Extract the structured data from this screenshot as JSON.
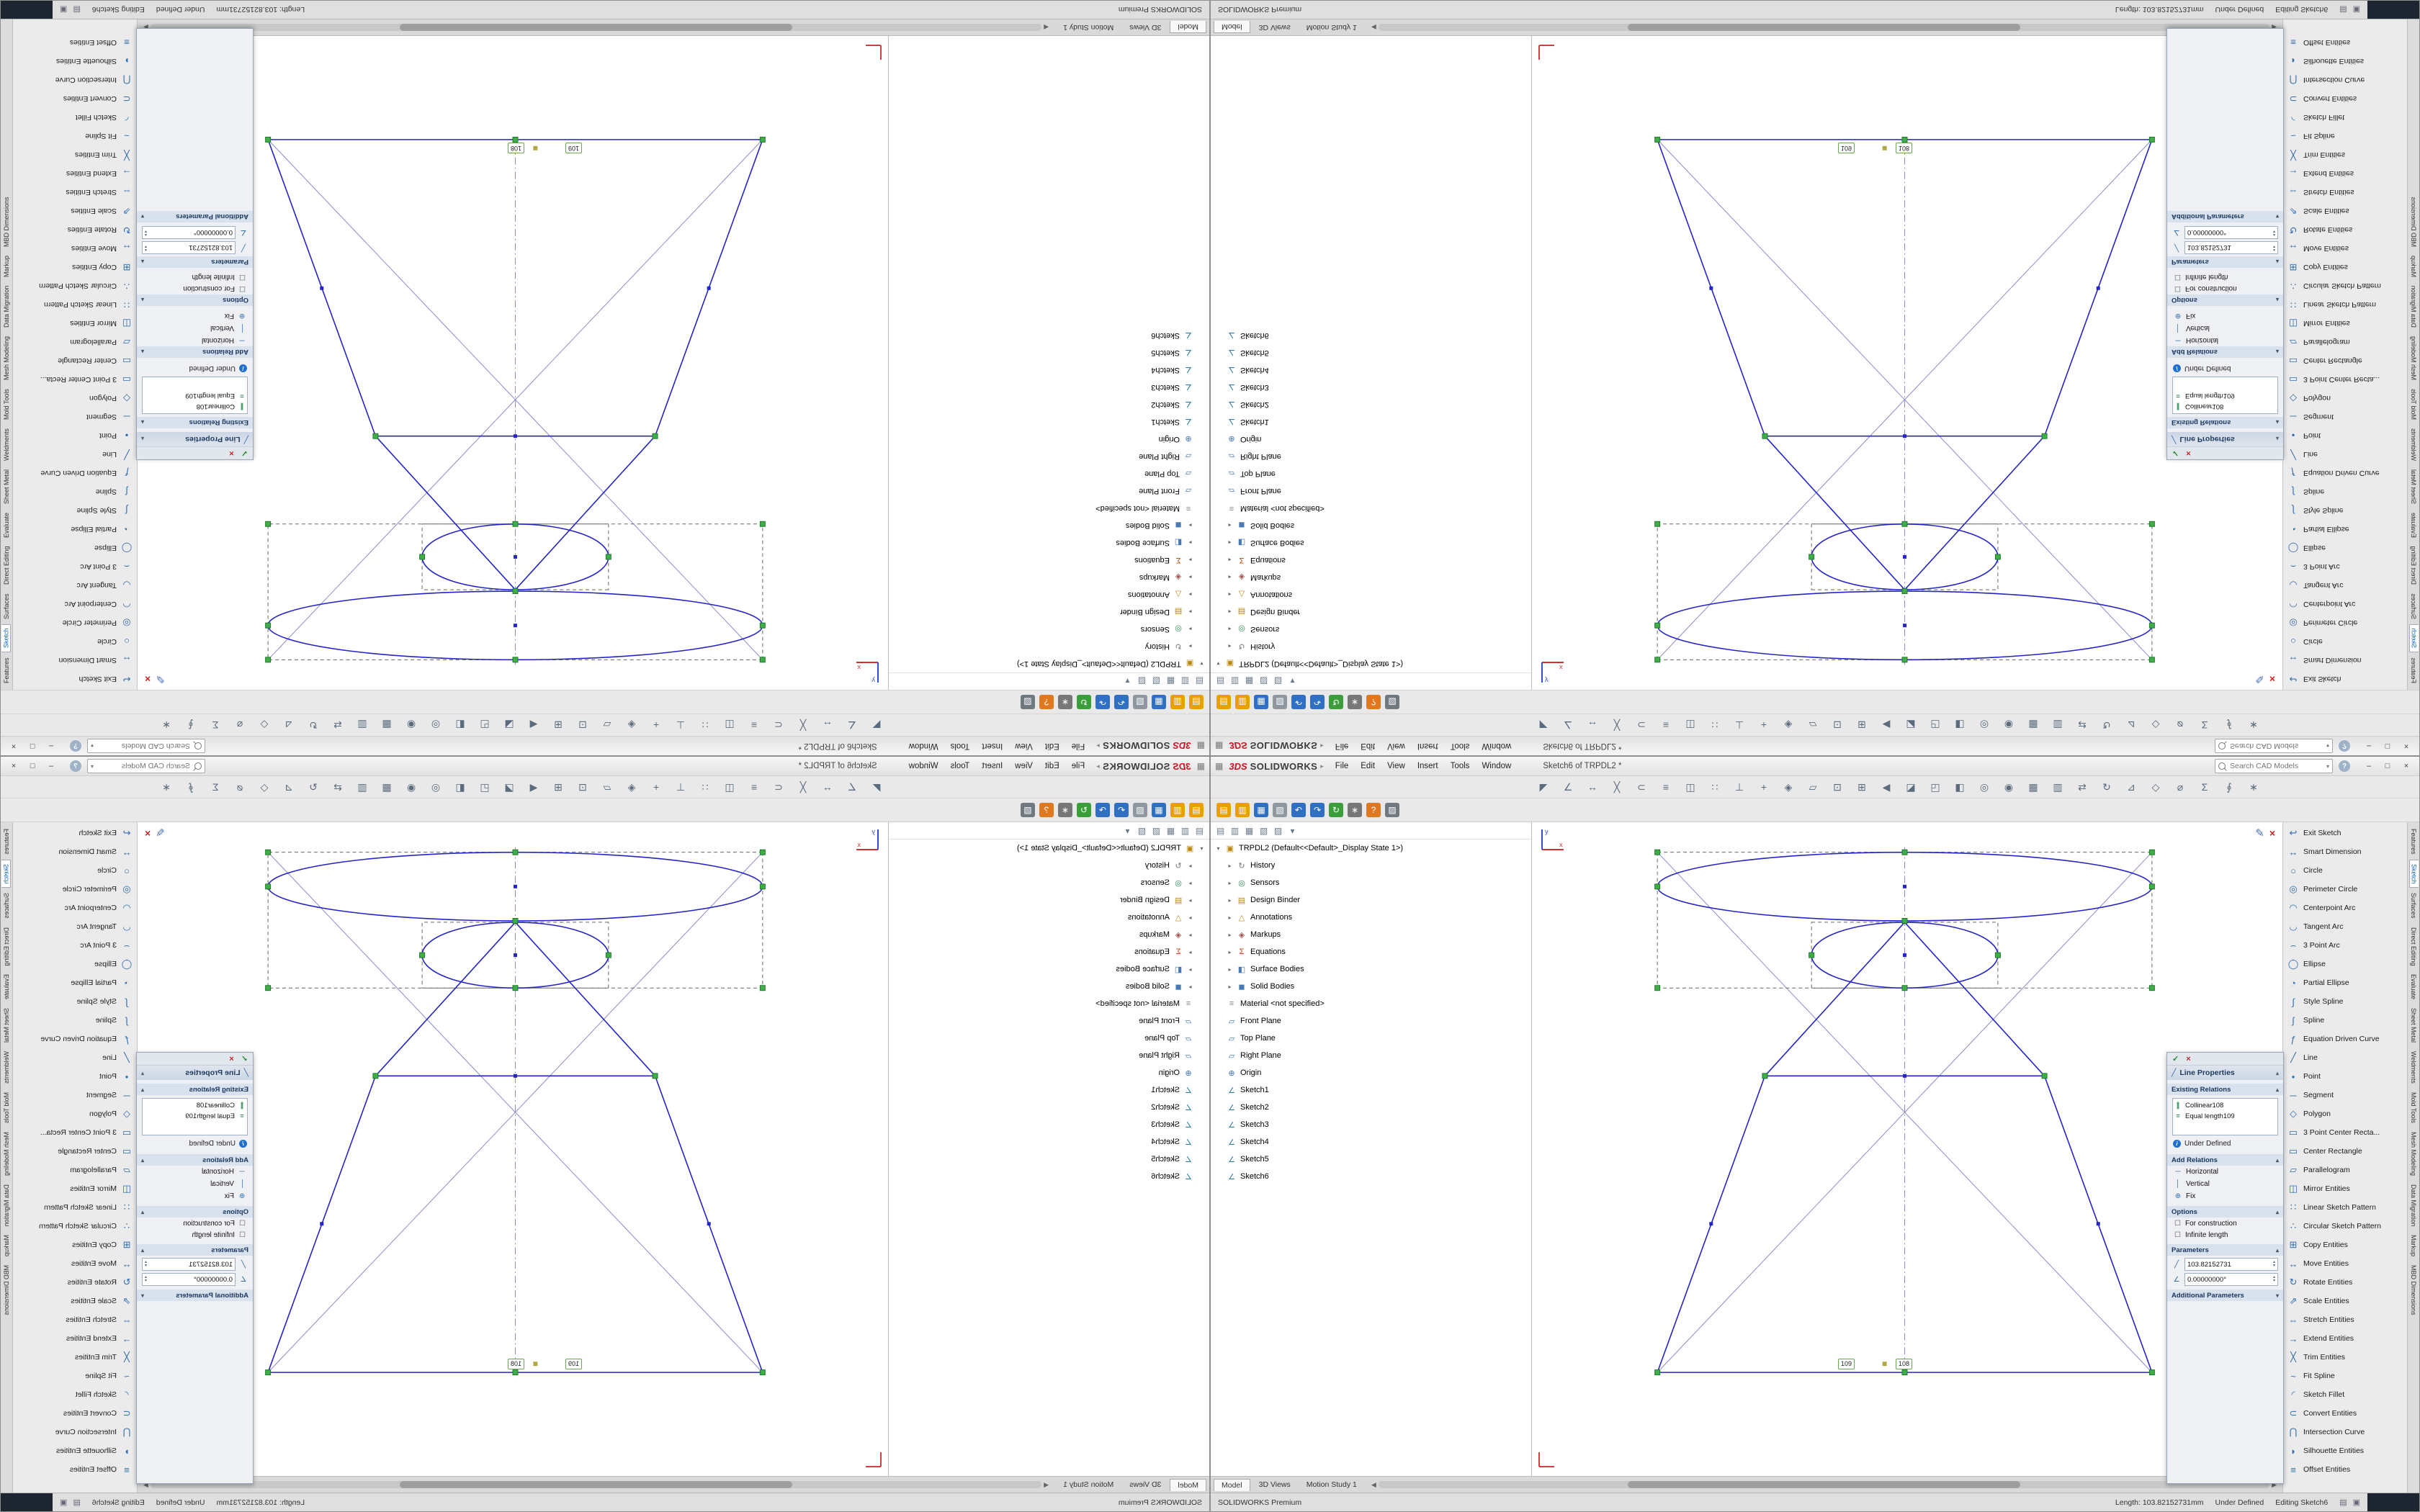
{
  "window": {
    "app_icon": "▦",
    "brand": {
      "ds": "3DS",
      "name": "SOLIDWORKS",
      "arrow": "▸"
    },
    "menus": [
      {
        "name": "menu-file",
        "label": "File"
      },
      {
        "name": "menu-edit",
        "label": "Edit"
      },
      {
        "name": "menu-view",
        "label": "View"
      },
      {
        "name": "menu-insert",
        "label": "Insert"
      },
      {
        "name": "menu-tools",
        "label": "Tools"
      },
      {
        "name": "menu-window",
        "label": "Window"
      }
    ],
    "doc_title": "Sketch6 of TRPDL2 *",
    "search_placeholder": "Search CAD Models",
    "search_dropdown": "▾",
    "help": "?",
    "minimize": "–",
    "restore": "□",
    "close": "×"
  },
  "toolbar_icons": [
    {
      "name": "select-tool-icon",
      "glyph": "◤"
    },
    {
      "name": "sketch-entity-icon",
      "glyph": "∠"
    },
    {
      "name": "smart-dimension-icon",
      "glyph": "↔"
    },
    {
      "name": "trim-toolbar-icon",
      "glyph": "╳"
    },
    {
      "name": "convert-toolbar-icon",
      "glyph": "⊂"
    },
    {
      "name": "offset-toolbar-icon",
      "glyph": "≡"
    },
    {
      "name": "mirror-toolbar-icon",
      "glyph": "◫"
    },
    {
      "name": "linear-pattern-toolbar-icon",
      "glyph": "∷"
    },
    {
      "name": "display-relations-icon",
      "glyph": "⊥"
    },
    {
      "name": "repair-sketch-icon",
      "glyph": "+"
    },
    {
      "name": "quick-snaps-icon",
      "glyph": "◈"
    },
    {
      "name": "rapid-sketch-icon",
      "glyph": "▱"
    },
    {
      "name": "zoom-fit-icon",
      "glyph": "⊡"
    },
    {
      "name": "zoom-area-icon",
      "glyph": "⊞"
    },
    {
      "name": "previous-view-icon",
      "glyph": "◀"
    },
    {
      "name": "section-view-icon",
      "glyph": "◪"
    },
    {
      "name": "view-orientation-icon",
      "glyph": "◰"
    },
    {
      "name": "display-style-icon",
      "glyph": "◧"
    },
    {
      "name": "hide-show-icon",
      "glyph": "◎"
    },
    {
      "name": "edit-appearance-icon",
      "glyph": "◉"
    },
    {
      "name": "apply-scene-icon",
      "glyph": "▦"
    },
    {
      "name": "view-settings-icon",
      "glyph": "▥"
    },
    {
      "name": "pan-icon",
      "glyph": "⇄"
    },
    {
      "name": "rotate-view-icon",
      "glyph": "↻"
    },
    {
      "name": "normal-to-icon",
      "glyph": "⊿"
    },
    {
      "name": "isometric-icon",
      "glyph": "◇"
    },
    {
      "name": "measure-icon",
      "glyph": "⌀"
    },
    {
      "name": "mass-properties-icon",
      "glyph": "Σ"
    },
    {
      "name": "section-properties-icon",
      "glyph": "∮"
    },
    {
      "name": "options-toolbar-icon",
      "glyph": "∗"
    }
  ],
  "quick_access": [
    {
      "name": "new-icon",
      "glyph": "▤",
      "bg": "#e8a000"
    },
    {
      "name": "open-icon",
      "glyph": "▥",
      "bg": "#e8a000"
    },
    {
      "name": "save-icon",
      "glyph": "▦",
      "bg": "#2f6fc4"
    },
    {
      "name": "print-icon",
      "glyph": "▧",
      "bg": "#8f98a0"
    },
    {
      "name": "undo-icon",
      "glyph": "↶",
      "bg": "#2f6fc4"
    },
    {
      "name": "redo-icon",
      "glyph": "↷",
      "bg": "#2f6fc4"
    },
    {
      "name": "rebuild-icon",
      "glyph": "↻",
      "bg": "#3a9e3a"
    },
    {
      "name": "options-icon",
      "glyph": "∗",
      "bg": "#777777"
    },
    {
      "name": "help-icon",
      "glyph": "?",
      "bg": "#e07820"
    },
    {
      "name": "file-properties-icon",
      "glyph": "▨",
      "bg": "#707880"
    }
  ],
  "feature_tree": {
    "tabs": [
      {
        "name": "featuremanager-tab",
        "glyph": "▤"
      },
      {
        "name": "propertymanager-tab",
        "glyph": "▥"
      },
      {
        "name": "configurationmanager-tab",
        "glyph": "▦"
      },
      {
        "name": "dimxpertmanager-tab",
        "glyph": "▧"
      },
      {
        "name": "displaymanager-tab",
        "glyph": "▨"
      },
      {
        "name": "pane-options-tab",
        "glyph": "▾"
      }
    ],
    "items": [
      {
        "name": "tree-root",
        "label": "TRPDL2 (Default<<Default>_Display State 1>)",
        "glyph": "▣",
        "color": "#b8860b",
        "indent": 0,
        "exp": "▾"
      },
      {
        "name": "tree-history",
        "label": "History",
        "glyph": "↻",
        "color": "#777777",
        "indent": 1,
        "exp": "▸"
      },
      {
        "name": "tree-sensors",
        "label": "Sensors",
        "glyph": "◎",
        "color": "#2e8b57",
        "indent": 1,
        "exp": "▸"
      },
      {
        "name": "tree-design-binder",
        "label": "Design Binder",
        "glyph": "▤",
        "color": "#b8860b",
        "indent": 1,
        "exp": "▸"
      },
      {
        "name": "tree-annotations",
        "label": "Annotations",
        "glyph": "△",
        "color": "#c08820",
        "indent": 1,
        "exp": "▸"
      },
      {
        "name": "tree-markups",
        "label": "Markups",
        "glyph": "◈",
        "color": "#a05050",
        "indent": 1,
        "exp": "▸"
      },
      {
        "name": "tree-equations",
        "label": "Equations",
        "glyph": "Σ",
        "color": "#c04000",
        "indent": 1,
        "exp": "▸"
      },
      {
        "name": "tree-surface-bodies",
        "label": "Surface Bodies",
        "glyph": "◧",
        "color": "#4a7ab5",
        "indent": 1,
        "exp": "▸"
      },
      {
        "name": "tree-solid-bodies",
        "label": "Solid Bodies",
        "glyph": "◼",
        "color": "#4a7ab5",
        "indent": 1,
        "exp": "▸"
      },
      {
        "name": "tree-material",
        "label": "Material <not specified>",
        "glyph": "≡",
        "color": "#888888",
        "indent": 1
      },
      {
        "name": "tree-front-plane",
        "label": "Front Plane",
        "glyph": "▱",
        "color": "#3a6fb0",
        "indent": 1
      },
      {
        "name": "tree-top-plane",
        "label": "Top Plane",
        "glyph": "▱",
        "color": "#3a6fb0",
        "indent": 1
      },
      {
        "name": "tree-right-plane",
        "label": "Right Plane",
        "glyph": "▱",
        "color": "#3a6fb0",
        "indent": 1
      },
      {
        "name": "tree-origin",
        "label": "Origin",
        "glyph": "⊕",
        "color": "#3a6fb0",
        "indent": 1
      },
      {
        "name": "tree-sketch1",
        "label": "Sketch1",
        "glyph": "∠",
        "color": "#2e7d9e",
        "indent": 1
      },
      {
        "name": "tree-sketch2",
        "label": "Sketch2",
        "glyph": "∠",
        "color": "#2e7d9e",
        "indent": 1
      },
      {
        "name": "tree-sketch3",
        "label": "Sketch3",
        "glyph": "∠",
        "color": "#2e7d9e",
        "indent": 1
      },
      {
        "name": "tree-sketch4",
        "label": "Sketch4",
        "glyph": "∠",
        "color": "#2e7d9e",
        "indent": 1
      },
      {
        "name": "tree-sketch5",
        "label": "Sketch5",
        "glyph": "∠",
        "color": "#2e7d9e",
        "indent": 1
      },
      {
        "name": "tree-sketch6",
        "label": "Sketch6",
        "glyph": "∠",
        "color": "#2e7d9e",
        "indent": 1
      }
    ]
  },
  "sketch": {
    "relation_tags": [
      {
        "name": "relation-tag-109",
        "label": "109"
      },
      {
        "name": "relation-tag-108",
        "label": "108"
      }
    ],
    "triad": {
      "x": "x",
      "y": "y"
    },
    "confirm_pencil": "✎",
    "confirm_close": "×"
  },
  "command_manager": {
    "tools": [
      {
        "name": "tool-exit-sketch",
        "glyph": "↩",
        "label": "Exit Sketch"
      },
      {
        "name": "tool-smart-dimension",
        "glyph": "↔",
        "label": "Smart Dimension"
      },
      {
        "name": "tool-circle",
        "glyph": "○",
        "label": "Circle"
      },
      {
        "name": "tool-perimeter-circle",
        "glyph": "◎",
        "label": "Perimeter Circle"
      },
      {
        "name": "tool-centerpoint-arc",
        "glyph": "◠",
        "label": "Centerpoint Arc"
      },
      {
        "name": "tool-tangent-arc",
        "glyph": "◡",
        "label": "Tangent Arc"
      },
      {
        "name": "tool-3-point-arc",
        "glyph": "⌢",
        "label": "3 Point Arc"
      },
      {
        "name": "tool-ellipse",
        "glyph": "◯",
        "label": "Ellipse"
      },
      {
        "name": "tool-partial-ellipse",
        "glyph": "◔",
        "label": "Partial Ellipse"
      },
      {
        "name": "tool-style-spline",
        "glyph": "∫",
        "label": "Style Spline"
      },
      {
        "name": "tool-spline",
        "glyph": "ʃ",
        "label": "Spline"
      },
      {
        "name": "tool-equation-driven-curve",
        "glyph": "ƒ",
        "label": "Equation Driven Curve"
      },
      {
        "name": "tool-line",
        "glyph": "╱",
        "label": "Line"
      },
      {
        "name": "tool-point",
        "glyph": "•",
        "label": "Point"
      },
      {
        "name": "tool-segment",
        "glyph": "─",
        "label": "Segment"
      },
      {
        "name": "tool-polygon",
        "glyph": "◇",
        "label": "Polygon"
      },
      {
        "name": "tool-3-point-center-rectangle",
        "glyph": "▭",
        "label": "3 Point Center Recta..."
      },
      {
        "name": "tool-center-rectangle",
        "glyph": "▭",
        "label": "Center Rectangle"
      },
      {
        "name": "tool-parallelogram",
        "glyph": "▱",
        "label": "Parallelogram"
      },
      {
        "name": "tool-mirror-entities",
        "glyph": "◫",
        "label": "Mirror Entities"
      },
      {
        "name": "tool-linear-sketch-pattern",
        "glyph": "∷",
        "label": "Linear Sketch Pattern"
      },
      {
        "name": "tool-circular-sketch-pattern",
        "glyph": "∴",
        "label": "Circular Sketch Pattern"
      },
      {
        "name": "tool-copy-entities",
        "glyph": "⊞",
        "label": "Copy Entities"
      },
      {
        "name": "tool-move-entities",
        "glyph": "↔",
        "label": "Move Entities"
      },
      {
        "name": "tool-rotate-entities",
        "glyph": "↻",
        "label": "Rotate Entities"
      },
      {
        "name": "tool-scale-entities",
        "glyph": "⇗",
        "label": "Scale Entities"
      },
      {
        "name": "tool-stretch-entities",
        "glyph": "⇔",
        "label": "Stretch Entities"
      },
      {
        "name": "tool-extend-entities",
        "glyph": "→",
        "label": "Extend Entities"
      },
      {
        "name": "tool-trim-entities",
        "glyph": "╳",
        "label": "Trim Entities"
      },
      {
        "name": "tool-fit-spline",
        "glyph": "~",
        "label": "Fit Spline"
      },
      {
        "name": "tool-sketch-fillet",
        "glyph": "◜",
        "label": "Sketch Fillet"
      },
      {
        "name": "tool-convert-entities",
        "glyph": "⊂",
        "label": "Convert Entities"
      },
      {
        "name": "tool-intersection-curve",
        "glyph": "⋂",
        "label": "Intersection Curve"
      },
      {
        "name": "tool-silhouette-entities",
        "glyph": "◗",
        "label": "Silhouette Entities"
      },
      {
        "name": "tool-offset-entities",
        "glyph": "≡",
        "label": "Offset Entities"
      }
    ],
    "tabs": [
      {
        "name": "cm-tab-features",
        "label": "Features"
      },
      {
        "name": "cm-tab-sketch",
        "label": "Sketch",
        "active": true
      },
      {
        "name": "cm-tab-surfaces",
        "label": "Surfaces"
      },
      {
        "name": "cm-tab-direct-editing",
        "label": "Direct Editing"
      },
      {
        "name": "cm-tab-evaluate",
        "label": "Evaluate"
      },
      {
        "name": "cm-tab-sheet-metal",
        "label": "Sheet Metal"
      },
      {
        "name": "cm-tab-weldments",
        "label": "Weldments"
      },
      {
        "name": "cm-tab-mold-tools",
        "label": "Mold Tools"
      },
      {
        "name": "cm-tab-mesh-modeling",
        "label": "Mesh Modeling"
      },
      {
        "name": "cm-tab-data-migration",
        "label": "Data Migration"
      },
      {
        "name": "cm-tab-markup",
        "label": "Markup"
      },
      {
        "name": "cm-tab-mbd-dimensions",
        "label": "MBD Dimensions"
      }
    ]
  },
  "property_panel": {
    "ok": "✓",
    "cancel": "×",
    "icon": "╱",
    "title": "Line Properties",
    "collapse": "▴",
    "sections": {
      "existing_relations": "Existing Relations",
      "add_relations": "Add Relations",
      "options": "Options",
      "parameters": "Parameters",
      "additional_parameters": "Additional Parameters"
    },
    "relations": [
      {
        "name": "relation-collinear",
        "glyph": "∥",
        "label": "Collinear108"
      },
      {
        "name": "relation-equal-length",
        "glyph": "=",
        "label": "Equal length109"
      }
    ],
    "status": "Under Defined",
    "add_relations": [
      {
        "name": "add-relation-horizontal",
        "glyph": "─",
        "label": "Horizontal"
      },
      {
        "name": "add-relation-vertical",
        "glyph": "│",
        "label": "Vertical"
      },
      {
        "name": "add-relation-fix",
        "glyph": "⊕",
        "label": "Fix"
      }
    ],
    "options": [
      {
        "name": "option-for-construction",
        "glyph": "☐",
        "label": "For construction"
      },
      {
        "name": "option-infinite-length",
        "glyph": "☐",
        "label": "Infinite length"
      }
    ],
    "parameters": {
      "fields": [
        {
          "icon": "╱",
          "value": "103.82152731"
        },
        {
          "icon": "∠",
          "value": "0.00000000°"
        }
      ]
    }
  },
  "model_tabs": [
    {
      "name": "tab-model",
      "label": "Model",
      "active": true
    },
    {
      "name": "tab-3d-views",
      "label": "3D Views"
    },
    {
      "name": "tab-motion-study-1",
      "label": "Motion Study 1"
    }
  ],
  "status_bar": {
    "left": "SOLIDWORKS Premium",
    "length": "Length: 103.82152731mm",
    "state": "Under Defined",
    "editing": "Editing Sketch6",
    "icons": [
      {
        "name": "custom-properties-icon",
        "glyph": "▤"
      },
      {
        "name": "tags-icon",
        "glyph": "▣"
      }
    ]
  }
}
